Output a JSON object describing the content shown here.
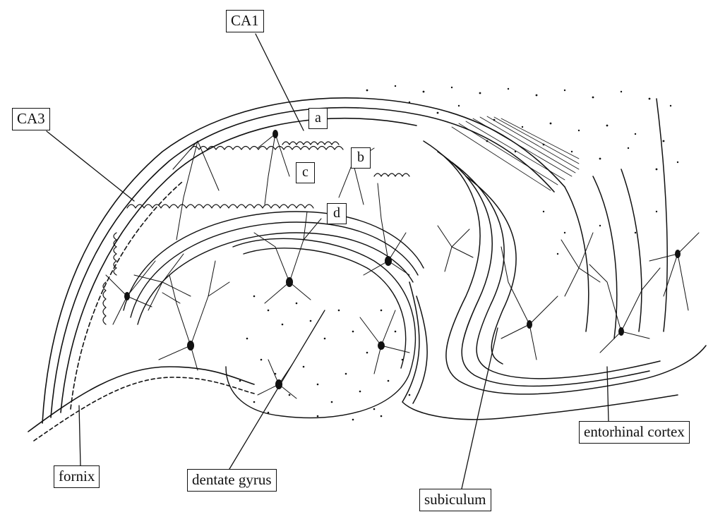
{
  "labels": {
    "ca1": "CA1",
    "ca3": "CA3",
    "a": "a",
    "b": "b",
    "c": "c",
    "d": "d",
    "fornix": "fornix",
    "dentate_gyrus": "dentate gyrus",
    "subiculum": "subiculum",
    "entorhinal_cortex": "entorhinal cortex"
  },
  "colors": {
    "ink": "#111111",
    "background": "#ffffff"
  }
}
